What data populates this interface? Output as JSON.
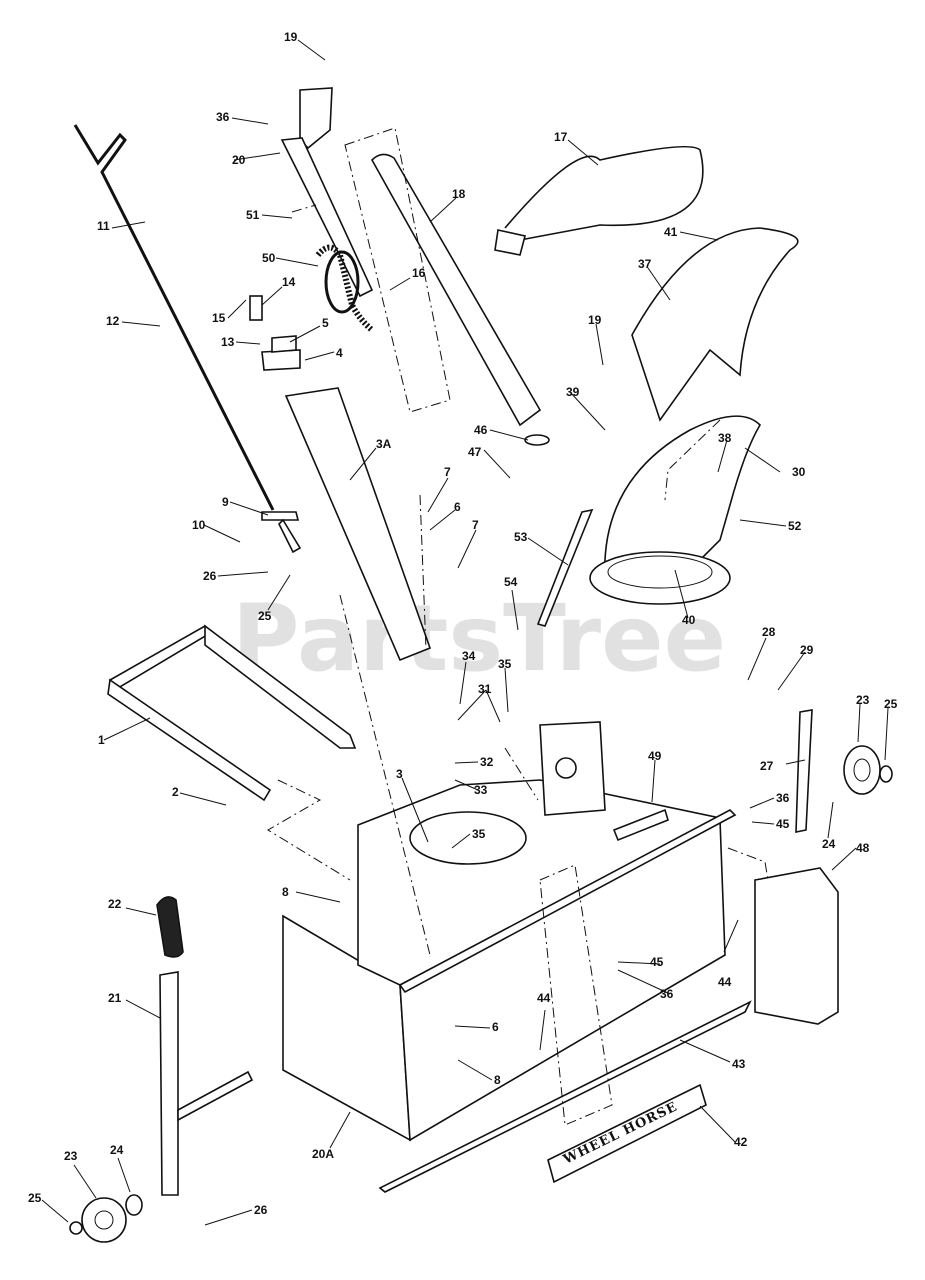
{
  "watermark": "PartsTree",
  "badge_text": "WHEEL HORSE",
  "callouts": [
    "19",
    "36",
    "20",
    "51",
    "50",
    "16",
    "14",
    "15",
    "13",
    "5",
    "4",
    "11",
    "12",
    "18",
    "17",
    "41",
    "37",
    "19",
    "39",
    "46",
    "47",
    "3A",
    "7",
    "6",
    "7",
    "9",
    "10",
    "26",
    "25",
    "53",
    "54",
    "30",
    "38",
    "52",
    "40",
    "1",
    "2",
    "34",
    "35",
    "31",
    "32",
    "33",
    "3",
    "35",
    "49",
    "28",
    "29",
    "27",
    "23",
    "25",
    "24",
    "36",
    "45",
    "48",
    "8",
    "22",
    "21",
    "45",
    "36",
    "44",
    "44",
    "6",
    "8",
    "43",
    "42",
    "20A",
    "23",
    "24",
    "25",
    "26"
  ]
}
